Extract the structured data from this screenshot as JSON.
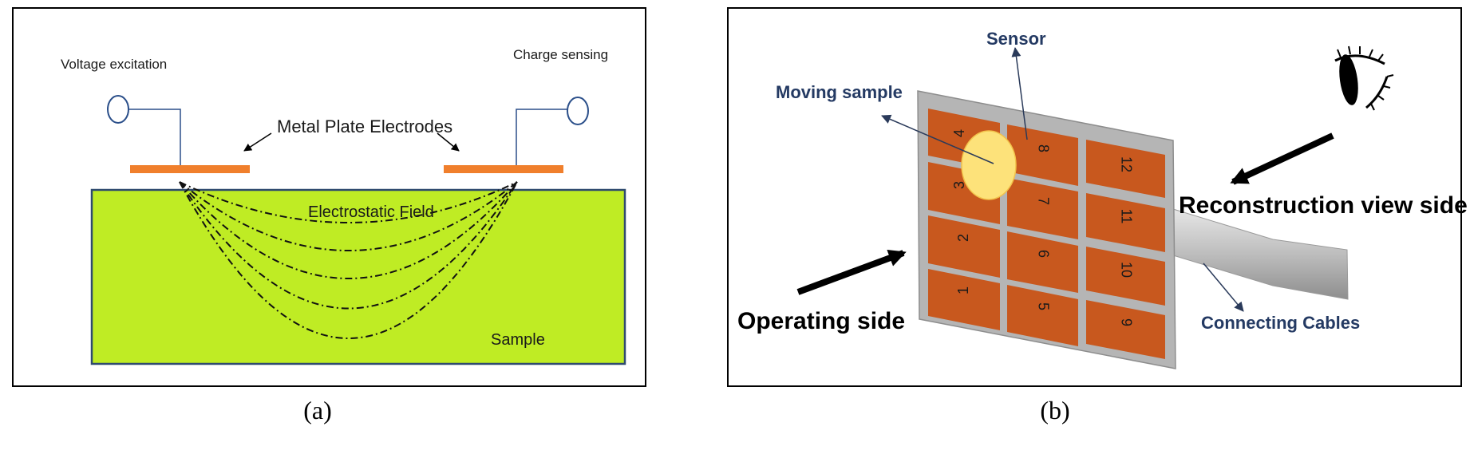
{
  "panel_a": {
    "voltage_label": "Voltage excitation",
    "charge_label": "Charge sensing",
    "electrodes_label": "Metal Plate Electrodes",
    "field_label": "Electrostatic Field",
    "sample_label": "Sample",
    "caption": "(a)",
    "colors": {
      "sample": "#bfec24",
      "electrode": "#f07f2c",
      "wire": "#2b4f8a"
    }
  },
  "panel_b": {
    "sensor_label": "Sensor",
    "moving_sample_label": "Moving sample",
    "reconstruction_label": "Reconstruction view side",
    "operating_label": "Operating side",
    "cables_label": "Connecting Cables",
    "caption": "(b)",
    "cell_numbers": [
      "1",
      "2",
      "3",
      "4",
      "5",
      "6",
      "7",
      "8",
      "9",
      "10",
      "11",
      "12"
    ],
    "colors": {
      "cell": "#c8581e",
      "board": "#b5b5b5",
      "sample": "#fde27a"
    },
    "icons": {
      "eye": "eye-icon",
      "arrow": "arrow-icon"
    }
  }
}
